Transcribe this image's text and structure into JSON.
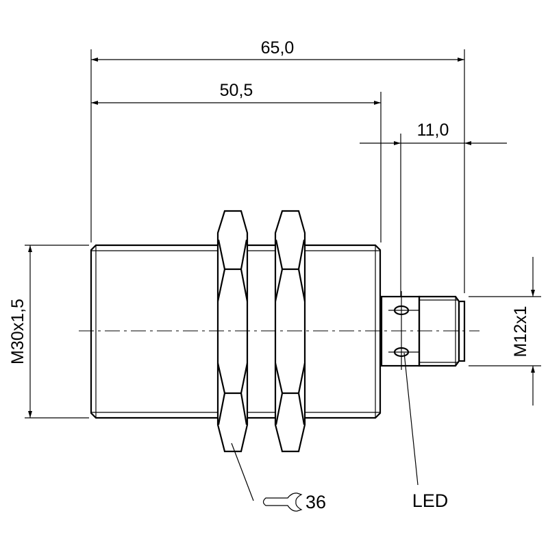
{
  "dimensions": {
    "overall_length": "65,0",
    "body_length": "50,5",
    "connector_length": "11,0",
    "body_thread": "M30x1,5",
    "connector_thread": "M12x1"
  },
  "labels": {
    "led": "LED",
    "wrench_size": "36"
  },
  "icons": [
    "wrench-icon"
  ]
}
